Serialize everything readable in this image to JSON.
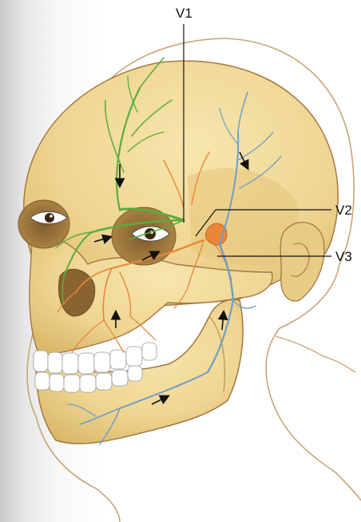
{
  "labels": {
    "v1": "V1",
    "v2": "V2",
    "v3": "V3"
  },
  "colors": {
    "bone": "#f2dc9c",
    "bone_shadow": "#d8b866",
    "outline": "#a47842",
    "nerve_v1": "#5aac3a",
    "nerve_v2": "#e8873a",
    "nerve_v3": "#6f9fc6",
    "teeth": "#ffffff",
    "arrow": "#111111"
  },
  "icons": [
    "arrow-icon"
  ]
}
